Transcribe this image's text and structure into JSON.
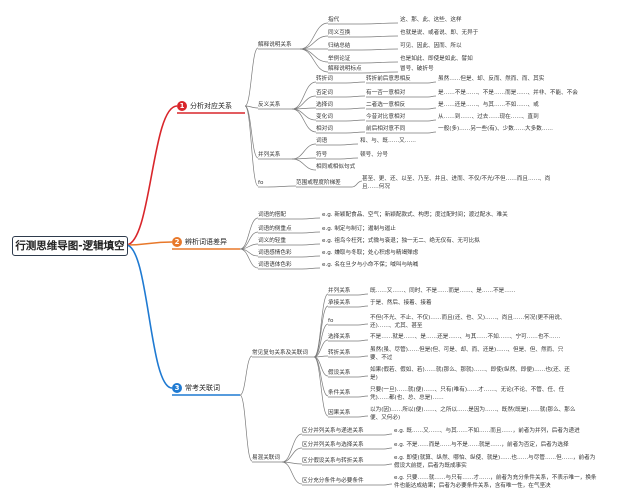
{
  "title": "行测思维导图-逻辑填空",
  "colors": {
    "b1": "#d9262b",
    "b2": "#e8782a",
    "b3": "#1f7ad2",
    "line": "#7a7a7a"
  },
  "branches": [
    {
      "num": "1",
      "label": "分析对应关系"
    },
    {
      "num": "2",
      "label": "辨析词语差异"
    },
    {
      "num": "3",
      "label": "常考关联词"
    }
  ],
  "b1": {
    "g1": "解释说明关系",
    "g1_items": [
      {
        "k": "指代",
        "v": "这、那、此、这些、这样"
      },
      {
        "k": "同义互换",
        "v": "也就是说、或者说、即、无异于"
      },
      {
        "k": "归纳总结",
        "v": "可见、因此、因而、所以"
      },
      {
        "k": "举例论证",
        "v": "也是如此、即使是如此、譬如"
      },
      {
        "k": "解释说明标点",
        "v": "冒号、破折号"
      }
    ],
    "g2": "反义关系",
    "g2_items": [
      {
        "k": "转折词",
        "m": "转折前后意思相反",
        "v": "虽然……但是、却、反而、然而、而、其实"
      },
      {
        "k": "否定词",
        "m": "有一否一意相对",
        "v": "是……不是……、不是……而是……、并非、不能、不会"
      },
      {
        "k": "选择词",
        "m": "二者选一意相反",
        "v": "是……还是……、与其……不如……、或"
      },
      {
        "k": "变化词",
        "m": "今昔对比意相对",
        "v": "从……到……、过去……现在……、直到"
      },
      {
        "k": "相对词",
        "m": "前后相对意不同",
        "v": "一般(多)……另一些(有)、少数……大多数……"
      }
    ],
    "g3": "并列关系",
    "g3_items": [
      {
        "k": "词语",
        "v": "和、与、既……又……"
      },
      {
        "k": "符号",
        "v": "顿号、分号"
      },
      {
        "k": "相同或相似句式",
        "v": ""
      }
    ],
    "g4": "fo",
    "g4_mid": "范围或程度阶梯差",
    "g4_v1": "甚至、更、还、以至、乃至、并且、进而、不仅/不光/不但……而且……、尚",
    "g4_v2": "且……何况"
  },
  "b2": {
    "items": [
      {
        "k": "词语的搭配",
        "v": "e.g. 新颖配食品、空气；新颖配款式、构思；度过配时间；渡过配水、难关"
      },
      {
        "k": "词语的侧重点",
        "v": "e.g. 制定与制订；遏制与遏止"
      },
      {
        "k": "词义的轻重",
        "v": "e.g. 祖鸟今枉死；式微与衰退；独一无二、绝无仅有、无可比拟"
      },
      {
        "k": "词语感情色彩",
        "v": "e.g. 嫌取与冬取；处心积虑与精竭殚虑"
      },
      {
        "k": "词语语体色彩",
        "v": "e.g. 名在旦夕与小命不保；喊叫与呐喊"
      }
    ]
  },
  "b3": {
    "g1": "常见复句关系及关联词",
    "g1_items": [
      {
        "k": "并列关系",
        "v": [
          "既……又……、同时、不是……而是……、是……不是……"
        ]
      },
      {
        "k": "承接关系",
        "v": [
          "于是、然后、接着、接着"
        ]
      },
      {
        "k": "fo",
        "v": [
          "不但(不光、不止、不仅)……而且(还、也、又)……、尚且……何况(更不用说、",
          "还)……、尤其、甚至"
        ]
      },
      {
        "k": "选择关系",
        "v": [
          "不是……就是……、是……还是……、与其……不如……、宁可……也不……"
        ]
      },
      {
        "k": "转折关系",
        "v": [
          "虽然(虽、尽管)……但是(但、可是、却、而、还是)……、但是、但、然而、只",
          "要、不过"
        ]
      },
      {
        "k": "假设关系",
        "v": [
          "如果(假若、假如、若)……就(那么、那就)……、即使(纵然、即便)……也(还、还",
          "是)"
        ]
      },
      {
        "k": "条件关系",
        "v": [
          "只要(一旦)……就(便)……、只有(唯有)……才……、无论(不论、不管、任、任",
          "凭)……都(也、总、总是)……"
        ]
      },
      {
        "k": "因果关系",
        "v": [
          "以为(因)……所以(便)……、之所以……是因为……、既然(既是)……就(那么、那么",
          "便、又何必)"
        ]
      }
    ],
    "g2": "易混关联词",
    "g2_items": [
      {
        "k": "区分并列关系与递进关系",
        "v": [
          "e.g. 既……又……、与其……不如……而且……，前者为并列，后者为递进"
        ]
      },
      {
        "k": "区分并列关系与选择关系",
        "v": [
          "e.g. 不是……而是……与不是……就是……，前者为否定，后者为选择"
        ]
      },
      {
        "k": "区分假设关系与转折关系",
        "v": [
          "e.g. 即使(就算、纵然、哪怕、纵使、就是)……也……与尽管……但……，前者为",
          "假设大前提，后者为既成事实"
        ]
      },
      {
        "k": "区分充分条件与必要条件",
        "v": [
          "e.g. 只要……就……与只有……才……，前者为充分条件关系，不表示唯一，换条",
          "件也能达成结果；后者为必要条件关系，含有唯一性，在气坚决"
        ]
      }
    ]
  }
}
